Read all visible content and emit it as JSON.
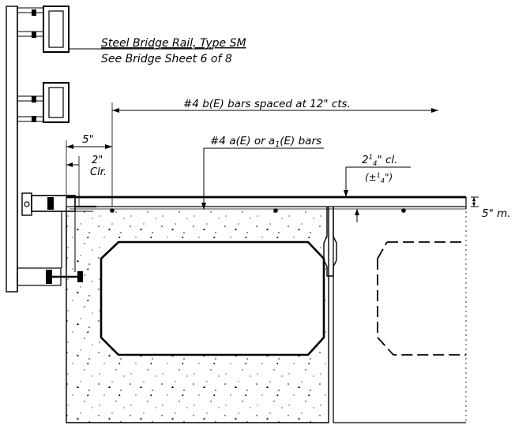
{
  "colors": {
    "ink": "#000000",
    "paper": "#ffffff"
  },
  "labels": {
    "rail_line1": "Steel Bridge Rail, Type SM",
    "rail_line2": "See Bridge Sheet 6 of 8",
    "b_bars": "#4 b(E) bars spaced at 12\" cts.",
    "a_bars_pre": "#4 a(E) or a",
    "a_bars_sub": "1",
    "a_bars_post": "(E) bars",
    "dim_5in": "5\"",
    "dim_2in": "2\"",
    "dim_clr": "Clr.",
    "cover_pre": "2",
    "cover_sup": "1",
    "cover_sub": "4",
    "cover_post": "\" cl.",
    "tol_pre": "(±",
    "tol_sup": "1",
    "tol_sub": "4",
    "tol_post": "\")",
    "slab_thk": "5\" m."
  }
}
